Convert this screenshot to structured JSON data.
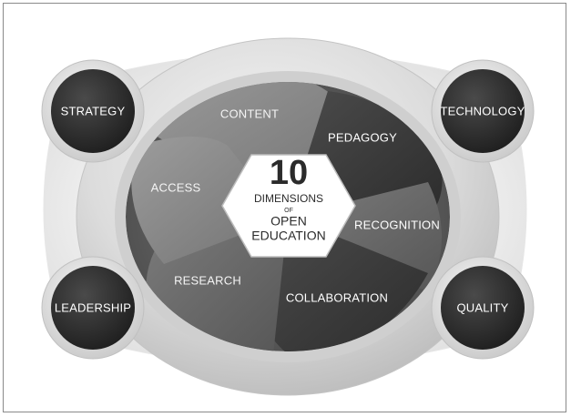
{
  "center": {
    "number": "10",
    "line1": "DIMENSIONS",
    "line2": "OF",
    "line3": "OPEN",
    "line4": "EDUCATION"
  },
  "core_dimensions": [
    "CONTENT",
    "PEDAGOGY",
    "RECOGNITION",
    "COLLABORATION",
    "RESEARCH",
    "ACCESS"
  ],
  "strategic_dimensions": [
    "STRATEGY",
    "TECHNOLOGY",
    "LEADERSHIP",
    "QUALITY"
  ],
  "colors": {
    "ring": "#d8d8d8",
    "inner_disc": "#5e5e5e",
    "segment_light": "#8e8e8e",
    "segment_mid": "#6e6e6e",
    "segment_dark": "#3c3c3c",
    "node": "#2e2e2e",
    "center_hex": "#ffffff"
  }
}
